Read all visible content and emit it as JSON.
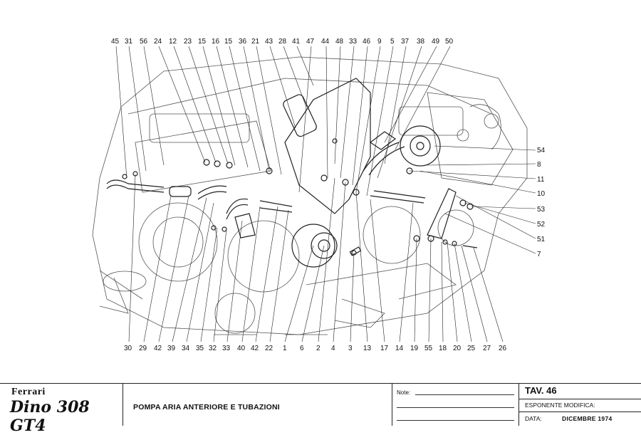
{
  "diagram": {
    "callouts_top": [
      "45",
      "31",
      "56",
      "24",
      "12",
      "23",
      "15",
      "16",
      "15",
      "36",
      "21",
      "43",
      "28",
      "41",
      "47",
      "44",
      "48",
      "33",
      "46",
      "9",
      "5",
      "37",
      "38",
      "49",
      "50"
    ],
    "callouts_right": [
      "54",
      "8",
      "11",
      "10",
      "53",
      "52",
      "51",
      "7"
    ],
    "callouts_bottom": [
      "30",
      "29",
      "42",
      "39",
      "34",
      "35",
      "32",
      "33",
      "40",
      "42",
      "22",
      "1",
      "6",
      "2",
      "4",
      "3",
      "13",
      "17",
      "14",
      "19",
      "55",
      "18",
      "20",
      "25",
      "27",
      "26"
    ]
  },
  "titleblock": {
    "brand": "Ferrari",
    "model": "Dino 308 GT4",
    "title": "POMPA ARIA ANTERIORE E TUBAZIONI",
    "notes_label": "Note:",
    "table_label": "TAV. 46",
    "revision_label": "ESPONENTE MODIFICA:",
    "date_label": "DATA:",
    "date_value": "DICEMBRE 1974"
  }
}
